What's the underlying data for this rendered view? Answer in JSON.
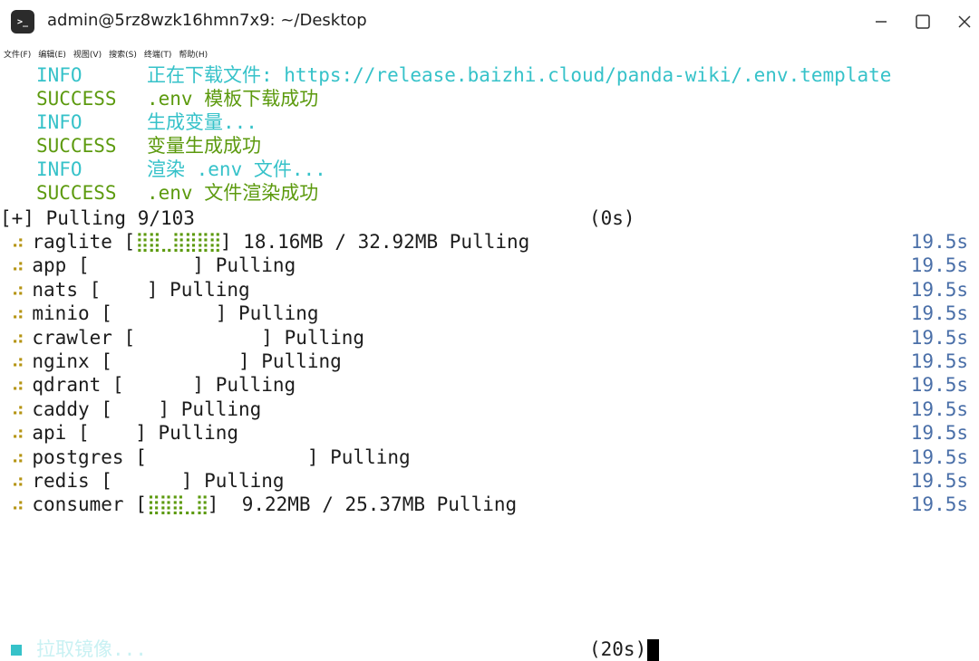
{
  "window": {
    "title": "admin@5rz8wzk16hmn7x9: ~/Desktop",
    "icon_text": ">_"
  },
  "menu": [
    "文件(F)",
    "编辑(E)",
    "视图(V)",
    "搜索(S)",
    "终端(T)",
    "帮助(H)"
  ],
  "log": [
    {
      "level": "INFO",
      "msg": "正在下载文件: https://release.baizhi.cloud/panda-wiki/.env.template"
    },
    {
      "level": "SUCCESS",
      "msg": ".env 模板下载成功"
    },
    {
      "level": "INFO",
      "msg": "生成变量..."
    },
    {
      "level": "SUCCESS",
      "msg": "变量生成成功"
    },
    {
      "level": "INFO",
      "msg": "渲染 .env 文件..."
    },
    {
      "level": "SUCCESS",
      "msg": ".env 文件渲染成功"
    }
  ],
  "pull_header": {
    "text": "[+] Pulling 9/103",
    "time": "(0s)"
  },
  "pulls": [
    {
      "name": "raglite",
      "bar": "⣿⣿⣀⣿⣿⣿⣿",
      "bar_gap": "",
      "size": "18.16MB / 32.92MB",
      "status": "Pulling",
      "time": "19.5s"
    },
    {
      "name": "app",
      "bar": "",
      "bar_gap": "         ",
      "size": "",
      "status": "Pulling",
      "time": "19.5s"
    },
    {
      "name": "nats",
      "bar": "",
      "bar_gap": "    ",
      "size": "",
      "status": "Pulling",
      "time": "19.5s"
    },
    {
      "name": "minio",
      "bar": "",
      "bar_gap": "         ",
      "size": "",
      "status": "Pulling",
      "time": "19.5s"
    },
    {
      "name": "crawler",
      "bar": "",
      "bar_gap": "           ",
      "size": "",
      "status": "Pulling",
      "time": "19.5s"
    },
    {
      "name": "nginx",
      "bar": "",
      "bar_gap": "           ",
      "size": "",
      "status": "Pulling",
      "time": "19.5s"
    },
    {
      "name": "qdrant",
      "bar": "",
      "bar_gap": "      ",
      "size": "",
      "status": "Pulling",
      "time": "19.5s"
    },
    {
      "name": "caddy",
      "bar": "",
      "bar_gap": "    ",
      "size": "",
      "status": "Pulling",
      "time": "19.5s"
    },
    {
      "name": "api",
      "bar": "",
      "bar_gap": "    ",
      "size": "",
      "status": "Pulling",
      "time": "19.5s"
    },
    {
      "name": "postgres",
      "bar": "",
      "bar_gap": "              ",
      "size": "",
      "status": "Pulling",
      "time": "19.5s"
    },
    {
      "name": "redis",
      "bar": "",
      "bar_gap": "      ",
      "size": "",
      "status": "Pulling",
      "time": "19.5s"
    },
    {
      "name": "consumer",
      "bar": "⣿⣿⣿⣀⣿",
      "bar_gap": "",
      "size": " 9.22MB / 25.37MB",
      "status": "Pulling",
      "time": "19.5s"
    }
  ],
  "spinner": "⠴",
  "footer": {
    "text": "拉取镜像...",
    "time": "(20s)"
  },
  "colors": {
    "info": "#36c2c9",
    "success": "#5c9a0e",
    "spinner": "#b59413",
    "time": "#4a6fa8"
  }
}
